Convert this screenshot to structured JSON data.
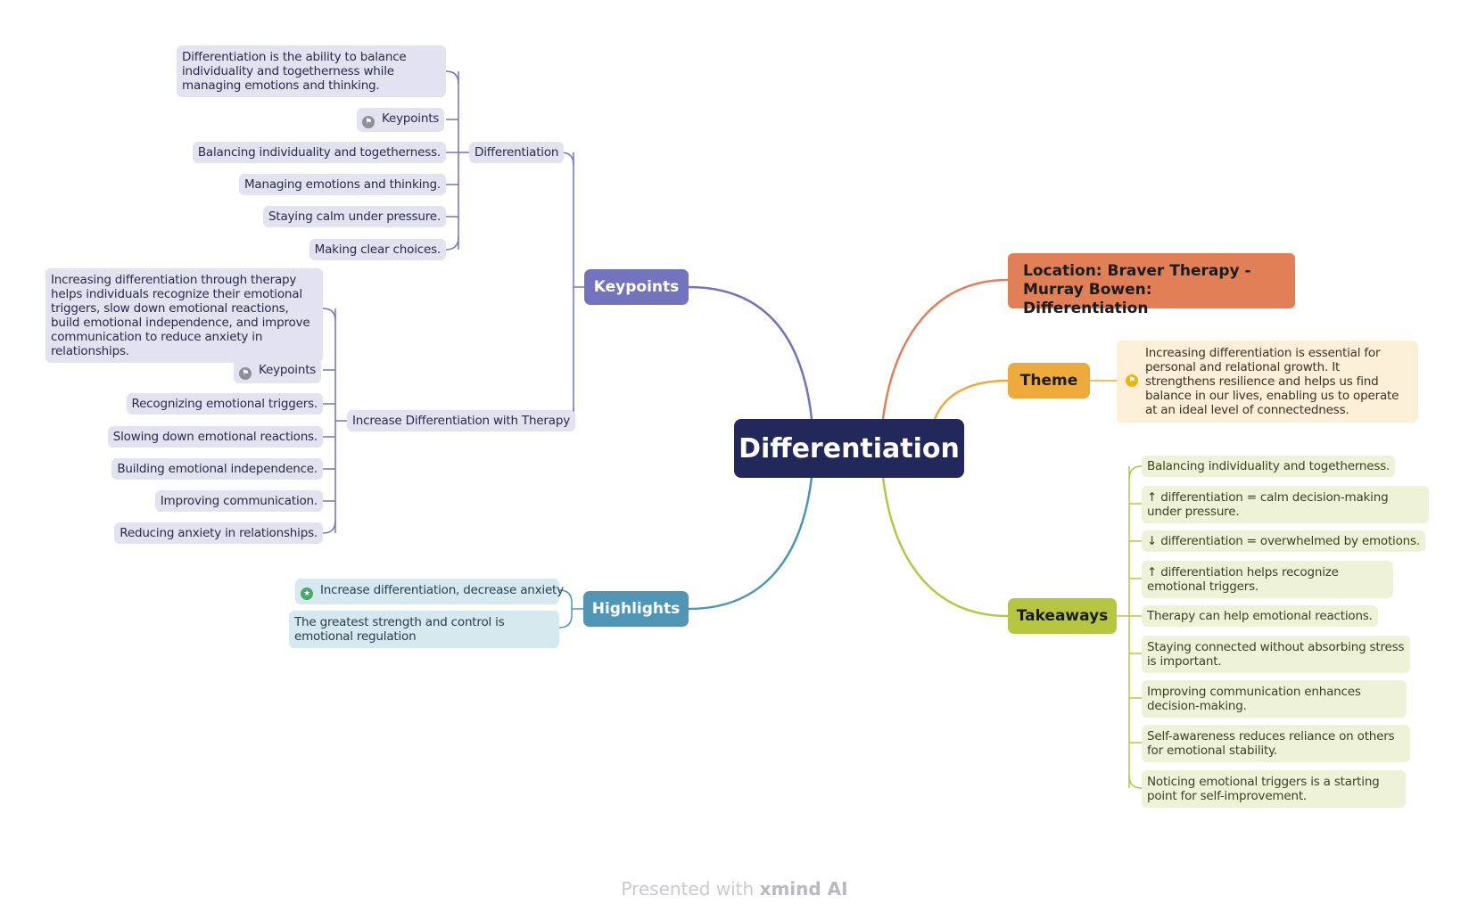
{
  "root": {
    "label": "Differentiation"
  },
  "keypoints": {
    "label": "Keypoints",
    "color": "#7473bd",
    "differentiation": {
      "label": "Differentiation",
      "definition": "Differentiation is the ability to balance individuality and togetherness while managing emotions and thinking.",
      "marker_label": "Keypoints",
      "items": [
        "Balancing individuality and togetherness.",
        "Managing emotions and thinking.",
        "Staying calm under pressure.",
        "Making clear choices."
      ]
    },
    "therapy": {
      "label": "Increase Differentiation with Therapy",
      "definition": "Increasing differentiation through therapy helps individuals recognize their emotional triggers, slow down emotional reactions, build emotional independence, and improve communication to reduce anxiety in relationships.",
      "marker_label": "Keypoints",
      "items": [
        "Recognizing emotional triggers.",
        "Slowing down emotional reactions.",
        "Building emotional independence.",
        "Improving communication.",
        "Reducing anxiety in relationships."
      ]
    }
  },
  "highlights": {
    "label": "Highlights",
    "color": "#4f95b5",
    "items": [
      "Increase differentiation, decrease anxiety",
      "The greatest strength and control is emotional regulation"
    ]
  },
  "location": {
    "label": "Location: Braver Therapy - Murray Bowen: Differentiation",
    "color": "#e17f57"
  },
  "theme": {
    "label": "Theme",
    "color": "#eeaa3a",
    "text": "Increasing differentiation is essential for personal and relational growth. It strengthens resilience and helps us find balance in our lives, enabling us to operate at an ideal level of connectedness."
  },
  "takeaways": {
    "label": "Takeaways",
    "color": "#b7c640",
    "items": [
      "Balancing individuality and togetherness.",
      "↑ differentiation = calm decision-making under pressure.",
      "↓ differentiation = overwhelmed by emotions.",
      "↑ differentiation helps recognize emotional triggers.",
      "Therapy can help emotional reactions.",
      "Staying connected without absorbing stress is important.",
      "Improving communication enhances decision-making.",
      "Self-awareness reduces reliance on others for emotional stability.",
      "Noticing emotional triggers is a starting point for self-improvement."
    ]
  },
  "footer": {
    "prefix": "Presented with ",
    "brand": "xmind AI"
  }
}
